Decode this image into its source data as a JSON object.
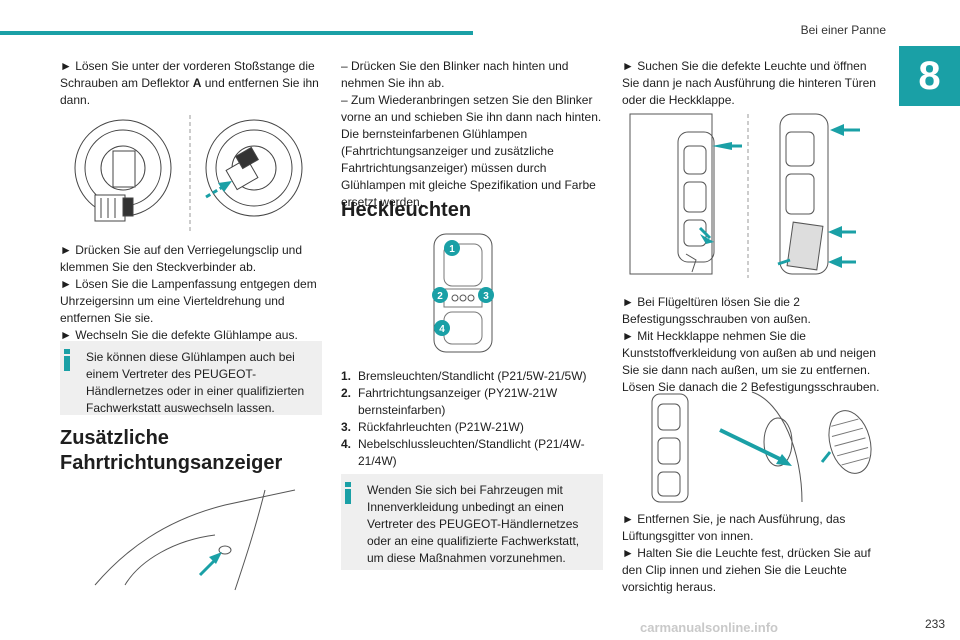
{
  "header": {
    "section_title": "Bei einer Panne",
    "chapter_number": "8"
  },
  "colors": {
    "accent": "#1aa0a6",
    "info_box_bg": "#efefef",
    "text": "#1e1e1e"
  },
  "col1": {
    "step1_pre": "► Lösen Sie unter der vorderen Stoßstange die Schrauben am Deflektor ",
    "step1_bold": "A",
    "step1_post": " und entfernen Sie ihn dann.",
    "step2": "► Drücken Sie auf den Verriegelungsclip und klemmen Sie den Steckverbinder ab.",
    "step3": "► Lösen Sie die Lampenfassung entgegen dem Uhrzeigersinn um eine Vierteldrehung und entfernen Sie sie.",
    "step4": "► Wechseln Sie die defekte Glühlampe aus.",
    "info": "Sie können diese Glühlampen auch bei einem Vertreter des PEUGEOT-Händlernetzes oder in einer qualifizierten Fachwerkstatt auswechseln lassen.",
    "heading": "Zusätzliche Fahrtrichtungsanzeiger"
  },
  "col2": {
    "dash1": "– Drücken Sie den Blinker nach hinten und nehmen Sie ihn ab.",
    "dash2": "– Zum Wiederanbringen setzen Sie den Blinker vorne an und schieben Sie ihn dann nach hinten.",
    "amber_note": "Die bernsteinfarbenen Glühlampen (Fahrtrichtungsanzeiger und zusätzliche Fahrtrichtungsanzeiger) müssen durch Glühlampen mit gleiche Spezifikation und Farbe ersetzt werden.",
    "heading": "Heckleuchten",
    "lamp_labels": [
      "1",
      "2",
      "3",
      "4"
    ],
    "list": [
      {
        "num": "1.",
        "text": "Bremsleuchten/Standlicht (P21/5W-21/5W)"
      },
      {
        "num": "2.",
        "text": "Fahrtrichtungsanzeiger (PY21W-21W bernsteinfarben)"
      },
      {
        "num": "3.",
        "text": "Rückfahrleuchten (P21W-21W)"
      },
      {
        "num": "4.",
        "text": "Nebelschlussleuchten/Standlicht (P21/4W-21/4W)"
      }
    ],
    "info": "Wenden Sie sich bei Fahrzeugen mit Innenverkleidung unbedingt an einen Vertreter des PEUGEOT-Händlernetzes oder an eine qualifizierte Fachwerkstatt, um diese Maßnahmen vorzunehmen."
  },
  "col3": {
    "step1": "► Suchen Sie die defekte Leuchte und öffnen Sie dann je nach Ausführung die hinteren Türen oder die Heckklappe.",
    "step2": "► Bei Flügeltüren lösen Sie die 2 Befestigungsschrauben von außen.",
    "step3": "► Mit Heckklappe nehmen Sie die Kunststoffverkleidung von außen ab und neigen Sie sie dann nach außen, um sie zu entfernen. Lösen Sie danach die 2 Befestigungsschrauben.",
    "step4": "► Entfernen Sie, je nach Ausführung, das Lüftungsgitter von innen.",
    "step5": "► Halten Sie die Leuchte fest, drücken Sie auf den Clip innen und ziehen Sie die Leuchte vorsichtig heraus."
  },
  "footer": {
    "page_number": "233",
    "watermark": "carmanualsonline.info"
  }
}
